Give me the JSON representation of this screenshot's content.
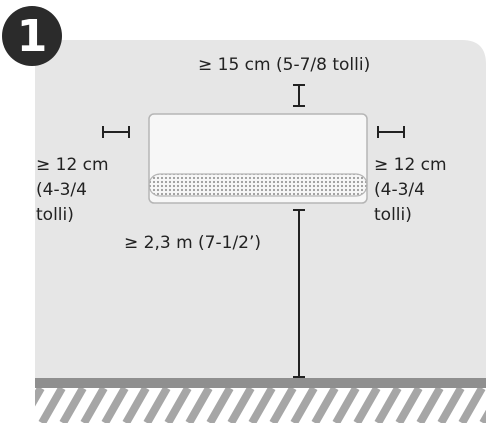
{
  "step": {
    "number": "1"
  },
  "clearances": {
    "top": "≥ 15 cm (5-7/8 tolli)",
    "left": {
      "line1": "≥ 12 cm",
      "line2": "(4-3/4",
      "line3": "tolli)"
    },
    "right": {
      "line1": "≥ 12 cm",
      "line2": "(4-3/4",
      "line3": "tolli)"
    },
    "floor": "≥ 2,3 m (7-1/2’)"
  },
  "colors": {
    "wall": "#e6e6e6",
    "floor_stripe": "#a6a6a6",
    "badge": "#2b2b2b",
    "line": "#222222",
    "unit_outline": "#b5b5b5",
    "grille": "#c8c8c8"
  }
}
